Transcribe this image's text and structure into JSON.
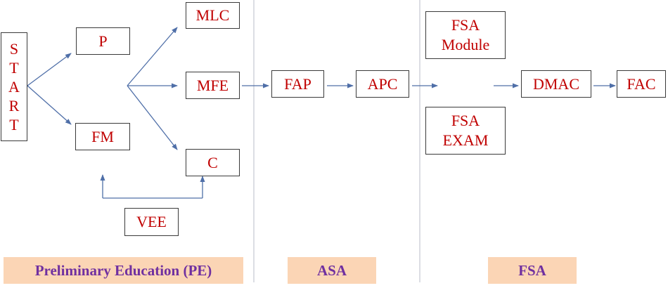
{
  "nodes": {
    "start": [
      "S",
      "T",
      "A",
      "R",
      "T"
    ],
    "p": "P",
    "fm": "FM",
    "mlc": "MLC",
    "mfe": "MFE",
    "c": "C",
    "vee": "VEE",
    "fap": "FAP",
    "apc": "APC",
    "fsa_module": [
      "FSA",
      "Module"
    ],
    "fsa_exam": [
      "FSA",
      "EXAM"
    ],
    "dmac": "DMAC",
    "fac": "FAC"
  },
  "sections": {
    "pe": "Preliminary Education (PE)",
    "asa": "ASA",
    "fsa": "FSA"
  },
  "colors": {
    "node_text": "#c00000",
    "section_text": "#7030a0",
    "section_fill": "#fbd5b5",
    "arrow": "#4f6fa8",
    "divider": "#b8bcc8"
  }
}
